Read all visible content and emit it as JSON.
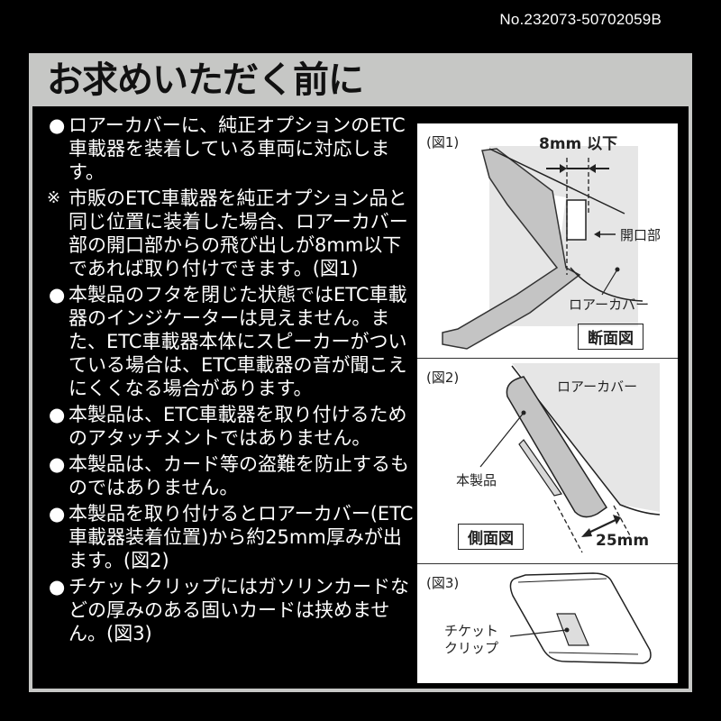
{
  "header": {
    "doc_number": "No.232073-50702059B",
    "title": "お求めいただく前に"
  },
  "notes": [
    {
      "bullet": "●",
      "text": "ロアーカバーに、純正オプションのETC車載器を装着している車両に対応します。"
    },
    {
      "bullet": "※",
      "text": "市販のETC車載器を純正オプション品と同じ位置に装着した場合、ロアーカバー部の開口部からの飛び出しが8mm以下であれば取り付けできます。(図1)"
    },
    {
      "bullet": "●",
      "text": "本製品のフタを閉じた状態ではETC車載器のインジケーターは見えません。また、ETC車載器本体にスピーカーがついている場合は、ETC車載器の音が聞こえにくくなる場合があります。"
    },
    {
      "bullet": "●",
      "text": "本製品は、ETC車載器を取り付けるためのアタッチメントではありません。"
    },
    {
      "bullet": "●",
      "text": "本製品は、カード等の盗難を防止するものではありません。"
    },
    {
      "bullet": "●",
      "text": "本製品を取り付けるとロアーカバー(ETC車載器装着位置)から約25mm厚みが出ます。(図2)"
    },
    {
      "bullet": "●",
      "text": "チケットクリップにはガソリンカードなどの厚みのある固いカードは挟めません。(図3)"
    }
  ],
  "figures": {
    "fig1": {
      "label": "(図1)",
      "dimension": "8mm 以下",
      "callout_opening": "開口部",
      "callout_cover": "ロアーカバー",
      "view": "断面図"
    },
    "fig2": {
      "label": "(図2)",
      "callout_cover": "ロアーカバー",
      "callout_product": "本製品",
      "view": "側面図",
      "dimension": "25mm"
    },
    "fig3": {
      "label": "(図3)",
      "callout_clip_line1": "チケット",
      "callout_clip_line2": "クリップ"
    }
  },
  "colors": {
    "background": "#000000",
    "frame": "#c6c7c5",
    "figure_panel": "#ffffff",
    "part_gray": "#c4c4c4",
    "cover_gray": "#e6e6e6"
  }
}
